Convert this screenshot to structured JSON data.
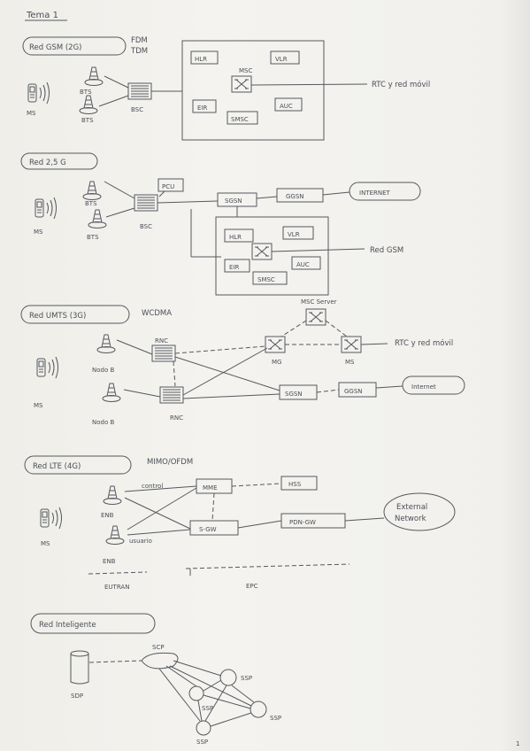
{
  "title": "Tema 1",
  "page_number": "1",
  "gsm": {
    "heading": "Red GSM (2G)",
    "mux": [
      "FDM",
      "TDM"
    ],
    "ms": "MS",
    "bts1": "BTS",
    "bts2": "BTS",
    "bsc": "BSC",
    "hlr": "HLR",
    "vlr": "VLR",
    "msc": "MSC",
    "eir": "EIR",
    "auc": "AUC",
    "smsc": "SMSC",
    "out": "RTC y red móvil"
  },
  "gprs": {
    "heading": "Red 2,5 G",
    "ms": "MS",
    "bts1": "BTS",
    "bts2": "BTS",
    "bsc": "BSC",
    "pcu": "PCU",
    "sgsn": "SGSN",
    "ggsn": "GGSN",
    "internet": "INTERNET",
    "hlr": "HLR",
    "vlr": "VLR",
    "eir": "EIR",
    "auc": "AUC",
    "smsc": "SMSC",
    "out": "Red GSM"
  },
  "umts": {
    "heading": "Red UMTS (3G)",
    "note": "WCDMA",
    "ms": "MS",
    "nodo1": "Nodo B",
    "nodo2": "Nodo B",
    "rnc1": "RNC",
    "rnc2": "RNC",
    "msc_server": "MSC Server",
    "mg": "MG",
    "ms_switch": "MS",
    "out": "RTC y red móvil",
    "sgsn": "SGSN",
    "ggsn": "GGSN",
    "internet": "Internet"
  },
  "lte": {
    "heading": "Red LTE (4G)",
    "note": "MIMO/OFDM",
    "ms": "MS",
    "enb1": "ENB",
    "enb2": "ENB",
    "control": "control",
    "usuario": "usuario",
    "mme": "MME",
    "hss": "HSS",
    "sgw": "S-GW",
    "pdngw": "PDN-GW",
    "external1": "External",
    "external2": "Network",
    "eutran": "EUTRAN",
    "epc": "EPC"
  },
  "in": {
    "heading": "Red Inteligente",
    "sdp": "SDP",
    "scp": "SCP",
    "ssp1": "SSP",
    "ssp2": "SSP",
    "ssp3": "SSP",
    "ssp4": "SSP"
  }
}
